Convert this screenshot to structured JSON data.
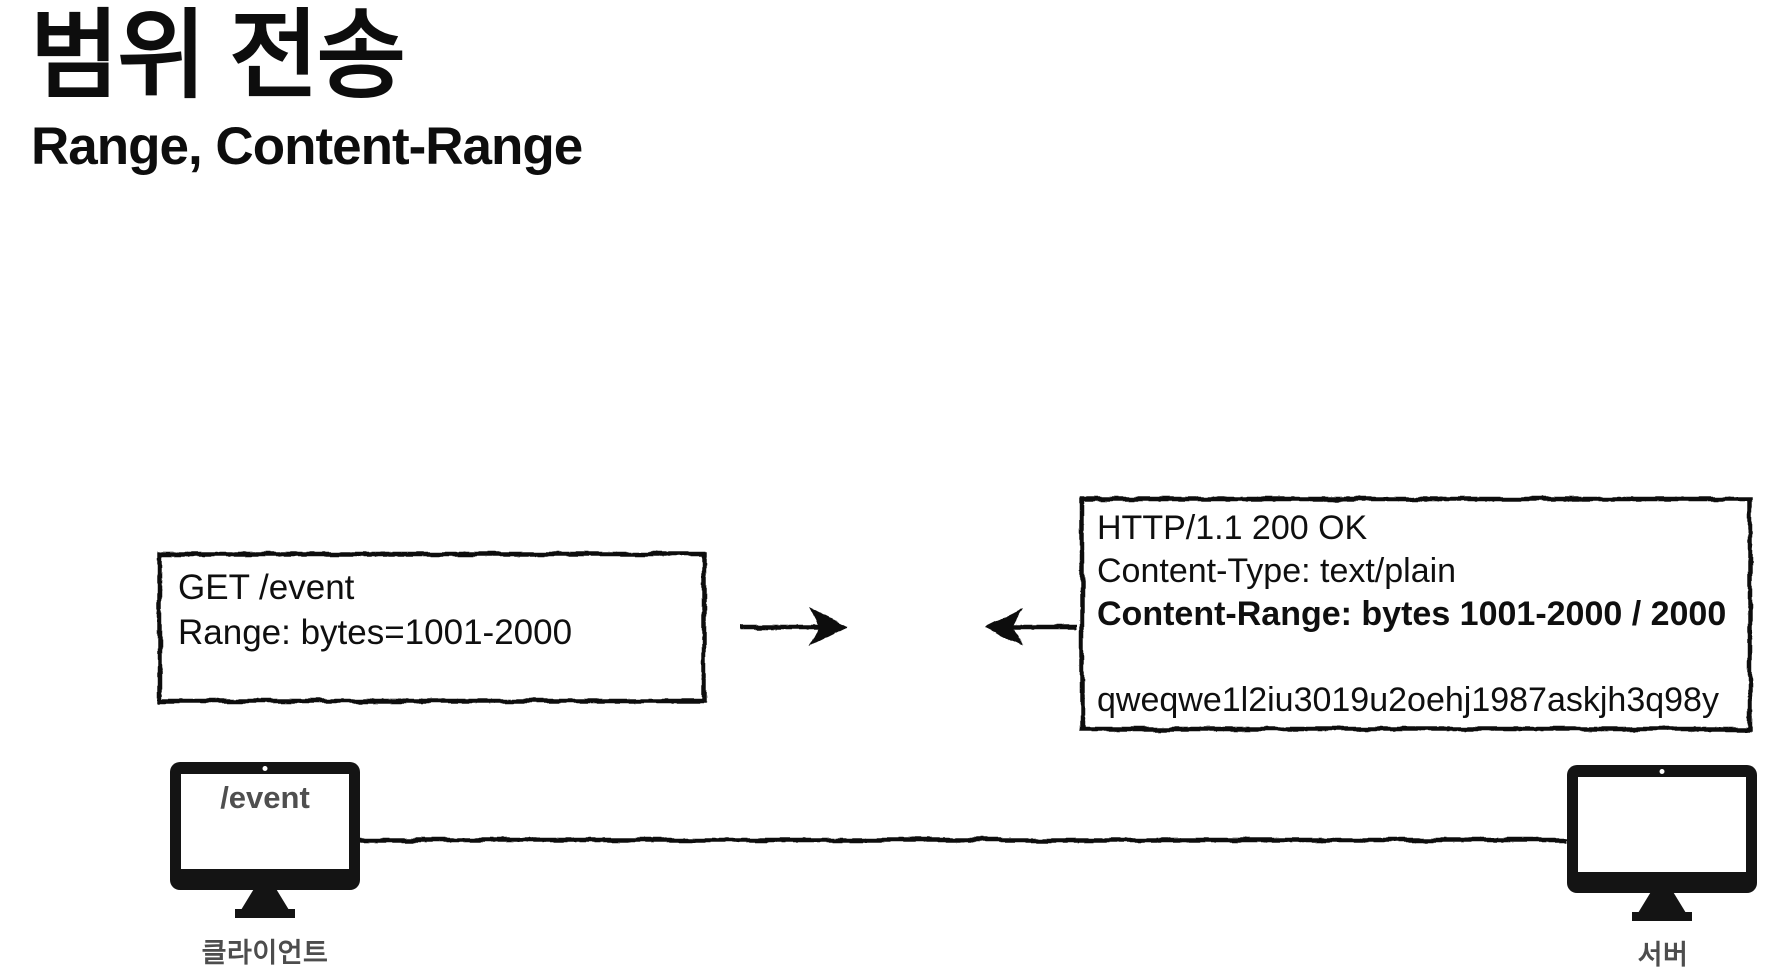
{
  "slide": {
    "title": "범위 전송",
    "subtitle": "Range, Content-Range"
  },
  "request_box": {
    "lines": [
      "GET /event",
      "Range: bytes=1001-2000"
    ]
  },
  "response_box": {
    "lines": [
      "HTTP/1.1 200 OK",
      "Content-Type: text/plain",
      "Content-Range: bytes 1001-2000 / 2000",
      "qweqwe1l2iu3019u2oehj1987askjh3q98y"
    ],
    "bold_line_index": 2
  },
  "client": {
    "screen_label": "/event",
    "caption": "클라이언트"
  },
  "server": {
    "caption": "서버"
  },
  "icons": {
    "request_arrow": "arrow-right",
    "response_arrow": "arrow-left",
    "link_line": "horizontal-connector"
  },
  "colors": {
    "background": "#ffffff",
    "ink": "#111111",
    "caption_gray": "#4d4d4d",
    "screen_text_gray": "#4f4f4f"
  }
}
